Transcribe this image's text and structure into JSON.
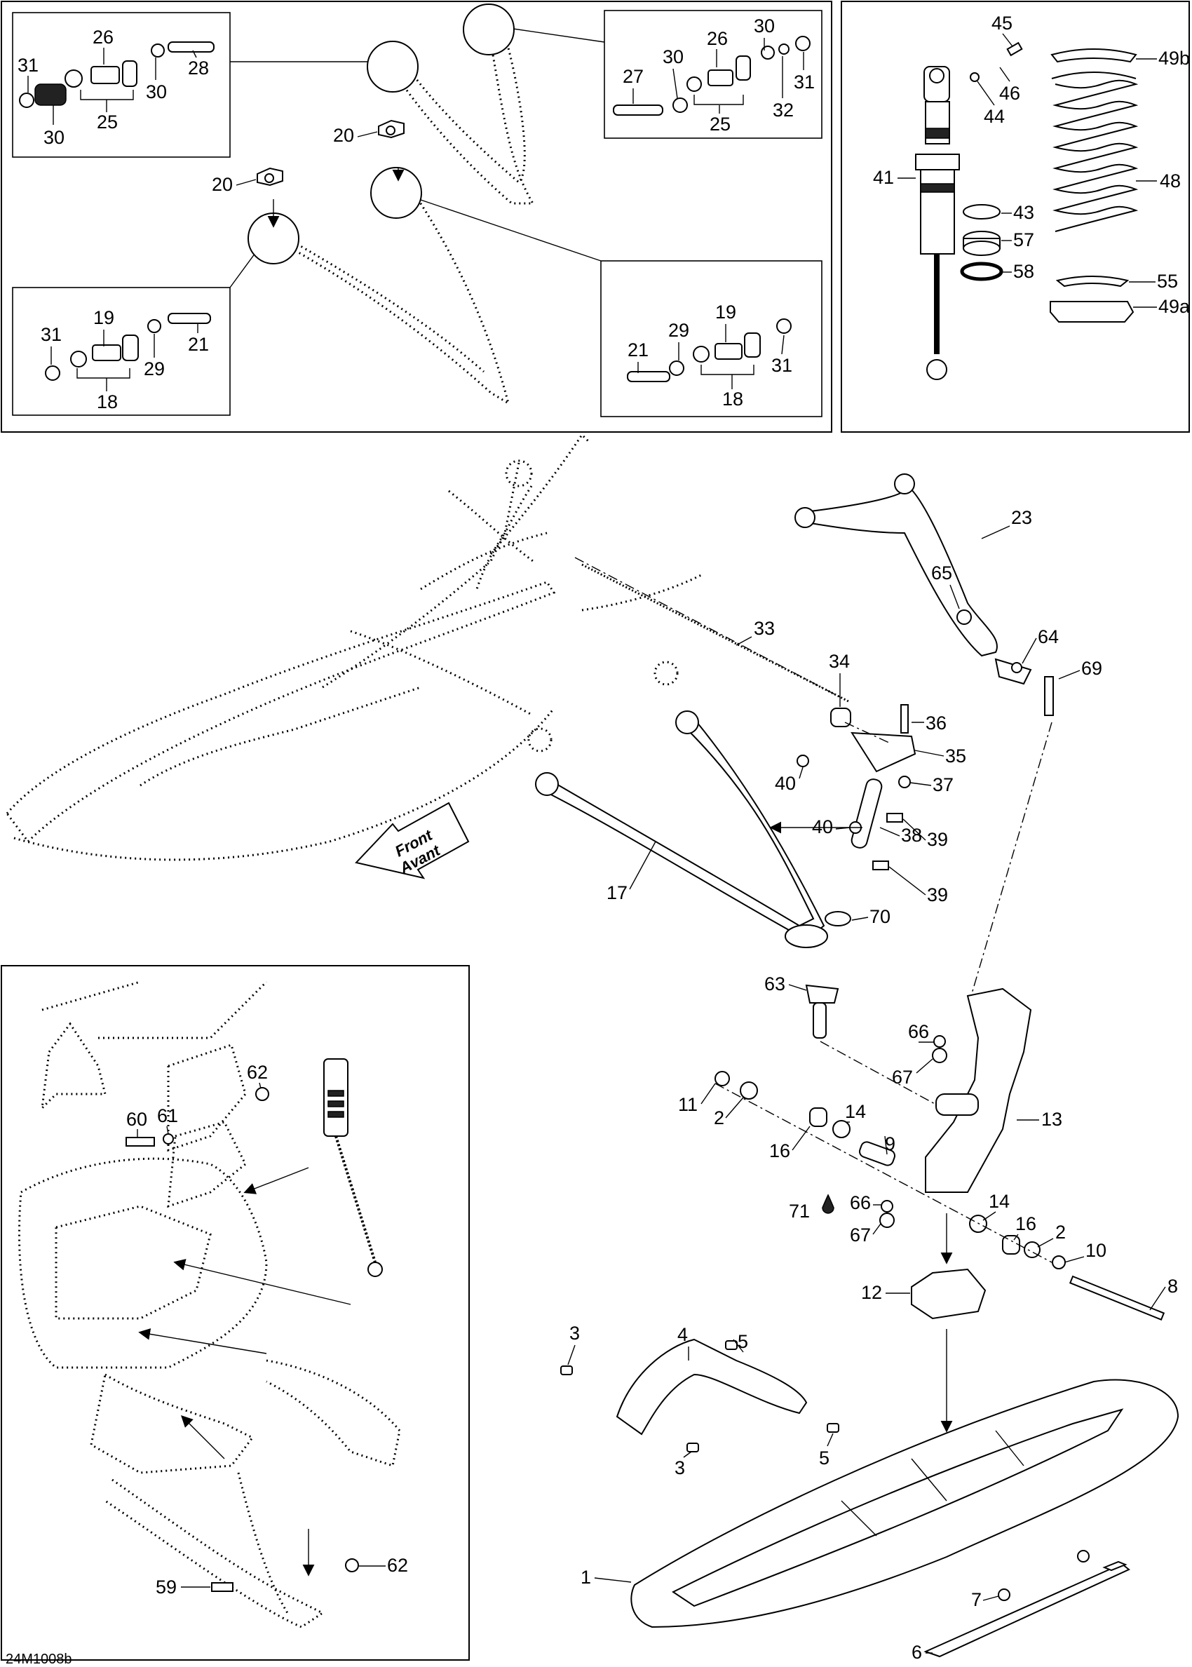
{
  "drawing_code": "24M1008b",
  "front_arrow": {
    "line1": "Front",
    "line2": "Avant"
  },
  "labels": [
    {
      "id": "l-26a",
      "text": "26"
    },
    {
      "id": "l-31a",
      "text": "31"
    },
    {
      "id": "l-30a",
      "text": "30"
    },
    {
      "id": "l-28",
      "text": "28"
    },
    {
      "id": "l-30b",
      "text": "30"
    },
    {
      "id": "l-25a",
      "text": "25"
    },
    {
      "id": "l-26b",
      "text": "26"
    },
    {
      "id": "l-30c",
      "text": "30"
    },
    {
      "id": "l-30d",
      "text": "30"
    },
    {
      "id": "l-27",
      "text": "27"
    },
    {
      "id": "l-31b",
      "text": "31"
    },
    {
      "id": "l-32",
      "text": "32"
    },
    {
      "id": "l-25b",
      "text": "25"
    },
    {
      "id": "l-20a",
      "text": "20"
    },
    {
      "id": "l-20b",
      "text": "20"
    },
    {
      "id": "l-19a",
      "text": "19"
    },
    {
      "id": "l-31c",
      "text": "31"
    },
    {
      "id": "l-21a",
      "text": "21"
    },
    {
      "id": "l-29a",
      "text": "29"
    },
    {
      "id": "l-18a",
      "text": "18"
    },
    {
      "id": "l-19b",
      "text": "19"
    },
    {
      "id": "l-29b",
      "text": "29"
    },
    {
      "id": "l-21b",
      "text": "21"
    },
    {
      "id": "l-31d",
      "text": "31"
    },
    {
      "id": "l-18b",
      "text": "18"
    },
    {
      "id": "l-45",
      "text": "45"
    },
    {
      "id": "l-49b",
      "text": "49b"
    },
    {
      "id": "l-46",
      "text": "46"
    },
    {
      "id": "l-44",
      "text": "44"
    },
    {
      "id": "l-48",
      "text": "48"
    },
    {
      "id": "l-41",
      "text": "41"
    },
    {
      "id": "l-43",
      "text": "43"
    },
    {
      "id": "l-57",
      "text": "57"
    },
    {
      "id": "l-58",
      "text": "58"
    },
    {
      "id": "l-55",
      "text": "55"
    },
    {
      "id": "l-49a",
      "text": "49a"
    },
    {
      "id": "l-23",
      "text": "23"
    },
    {
      "id": "l-65",
      "text": "65"
    },
    {
      "id": "l-64",
      "text": "64"
    },
    {
      "id": "l-69",
      "text": "69"
    },
    {
      "id": "l-33",
      "text": "33"
    },
    {
      "id": "l-34",
      "text": "34"
    },
    {
      "id": "l-36",
      "text": "36"
    },
    {
      "id": "l-35",
      "text": "35"
    },
    {
      "id": "l-40a",
      "text": "40"
    },
    {
      "id": "l-37",
      "text": "37"
    },
    {
      "id": "l-40b",
      "text": "40"
    },
    {
      "id": "l-38",
      "text": "38"
    },
    {
      "id": "l-39a",
      "text": "39"
    },
    {
      "id": "l-39b",
      "text": "39"
    },
    {
      "id": "l-17",
      "text": "17"
    },
    {
      "id": "l-70",
      "text": "70"
    },
    {
      "id": "l-63",
      "text": "63"
    },
    {
      "id": "l-66a",
      "text": "66"
    },
    {
      "id": "l-67a",
      "text": "67"
    },
    {
      "id": "l-11",
      "text": "11"
    },
    {
      "id": "l-2a",
      "text": "2"
    },
    {
      "id": "l-14a",
      "text": "14"
    },
    {
      "id": "l-13",
      "text": "13"
    },
    {
      "id": "l-16a",
      "text": "16"
    },
    {
      "id": "l-9",
      "text": "9"
    },
    {
      "id": "l-71",
      "text": "71"
    },
    {
      "id": "l-66b",
      "text": "66"
    },
    {
      "id": "l-14b",
      "text": "14"
    },
    {
      "id": "l-67b",
      "text": "67"
    },
    {
      "id": "l-16b",
      "text": "16"
    },
    {
      "id": "l-2b",
      "text": "2"
    },
    {
      "id": "l-10",
      "text": "10"
    },
    {
      "id": "l-12",
      "text": "12"
    },
    {
      "id": "l-8",
      "text": "8"
    },
    {
      "id": "l-4",
      "text": "4"
    },
    {
      "id": "l-5a",
      "text": "5"
    },
    {
      "id": "l-3a",
      "text": "3"
    },
    {
      "id": "l-3b",
      "text": "3"
    },
    {
      "id": "l-5b",
      "text": "5"
    },
    {
      "id": "l-62a",
      "text": "62"
    },
    {
      "id": "l-60",
      "text": "60"
    },
    {
      "id": "l-61",
      "text": "61"
    },
    {
      "id": "l-62b",
      "text": "62"
    },
    {
      "id": "l-59",
      "text": "59"
    },
    {
      "id": "l-1",
      "text": "1"
    },
    {
      "id": "l-7",
      "text": "7"
    },
    {
      "id": "l-6",
      "text": "6"
    }
  ]
}
